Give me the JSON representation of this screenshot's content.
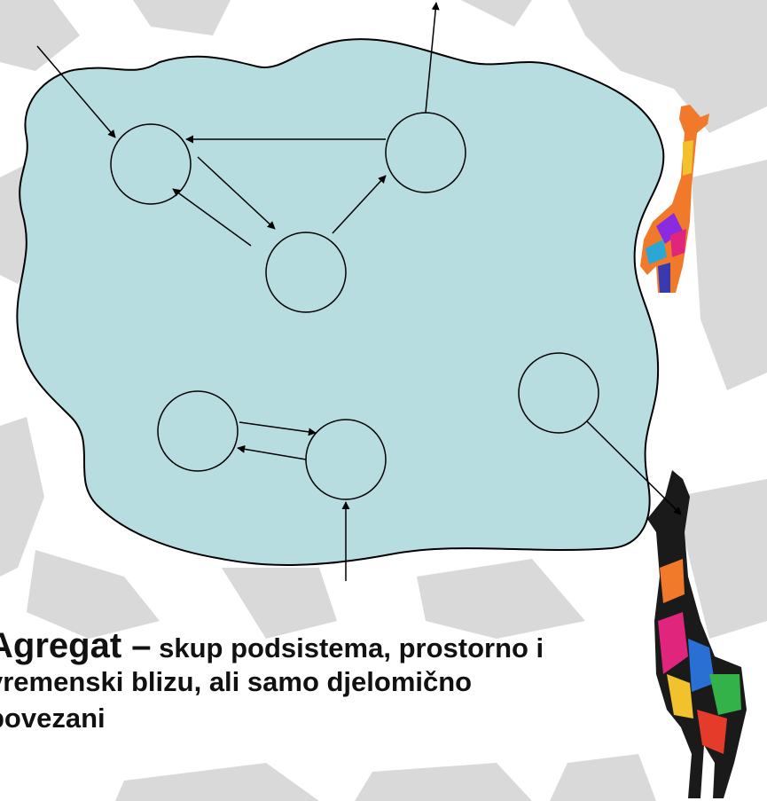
{
  "caption": {
    "term": "Agregat –",
    "definition_line1": " skup podsistema, prostorno i",
    "definition_line2": "vremenski blizu, ali samo djelomično",
    "definition_line3": "povezani"
  },
  "colors": {
    "blob_fill": "#b8dde0",
    "stroke": "#000000",
    "background_shapes": "#d6d6d6",
    "background": "#ffffff"
  },
  "icons": [
    "giraffe-decoration-small",
    "giraffe-decoration-large"
  ]
}
